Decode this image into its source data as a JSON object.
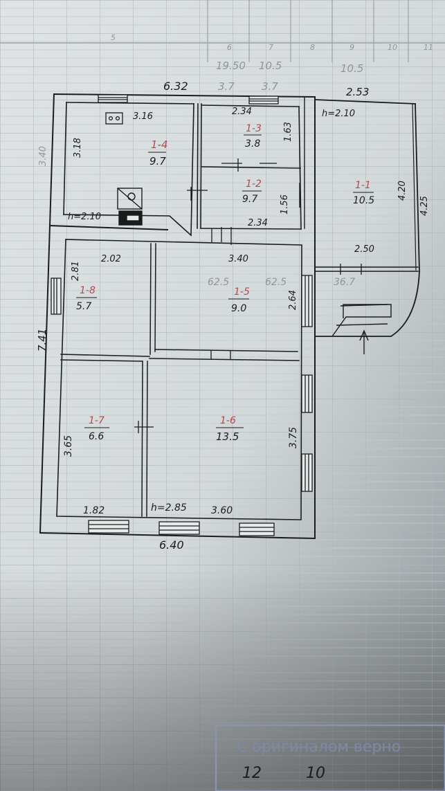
{
  "header_numbers": [
    "5",
    "6",
    "7",
    "8",
    "9",
    "10",
    "11"
  ],
  "faint_values": {
    "a": "19.50",
    "b": "10.5",
    "c": "10.5",
    "d": "3.7",
    "e": "3.7",
    "f": "62.5",
    "g": "62.5",
    "h": "36.7"
  },
  "overall": {
    "top": "6.32",
    "bottom": "6.40",
    "left": "7.41",
    "top_right": "2.53",
    "right_outer": "4.25",
    "right_inner": "4.20",
    "left_upper": "3.40",
    "h_kitchen": "h=2.10",
    "h_porch": "h=2.10",
    "h_main": "h=2.85"
  },
  "rooms": [
    {
      "id": "1-4",
      "area": "9.7"
    },
    {
      "id": "1-3",
      "area": "3.8"
    },
    {
      "id": "1-2",
      "area": "9.7"
    },
    {
      "id": "1-1",
      "area": "10.5"
    },
    {
      "id": "1-8",
      "area": "5.7"
    },
    {
      "id": "1-5",
      "area": "9.0"
    },
    {
      "id": "1-7",
      "area": "6.6"
    },
    {
      "id": "1-6",
      "area": "13.5"
    }
  ],
  "dims": {
    "d316": "3.16",
    "d318": "3.18",
    "d234a": "2.34",
    "d163": "1.63",
    "d156": "1.56",
    "d234b": "2.34",
    "d340": "3.40",
    "d250": "2.50",
    "d202": "2.02",
    "d281": "2.81",
    "d264": "2.64",
    "d365": "3.65",
    "d375": "3.75",
    "d182": "1.82",
    "d360": "3.60"
  },
  "stamp": {
    "line1": "С оригиналом верно",
    "date_day": "12",
    "date_month": "10"
  }
}
